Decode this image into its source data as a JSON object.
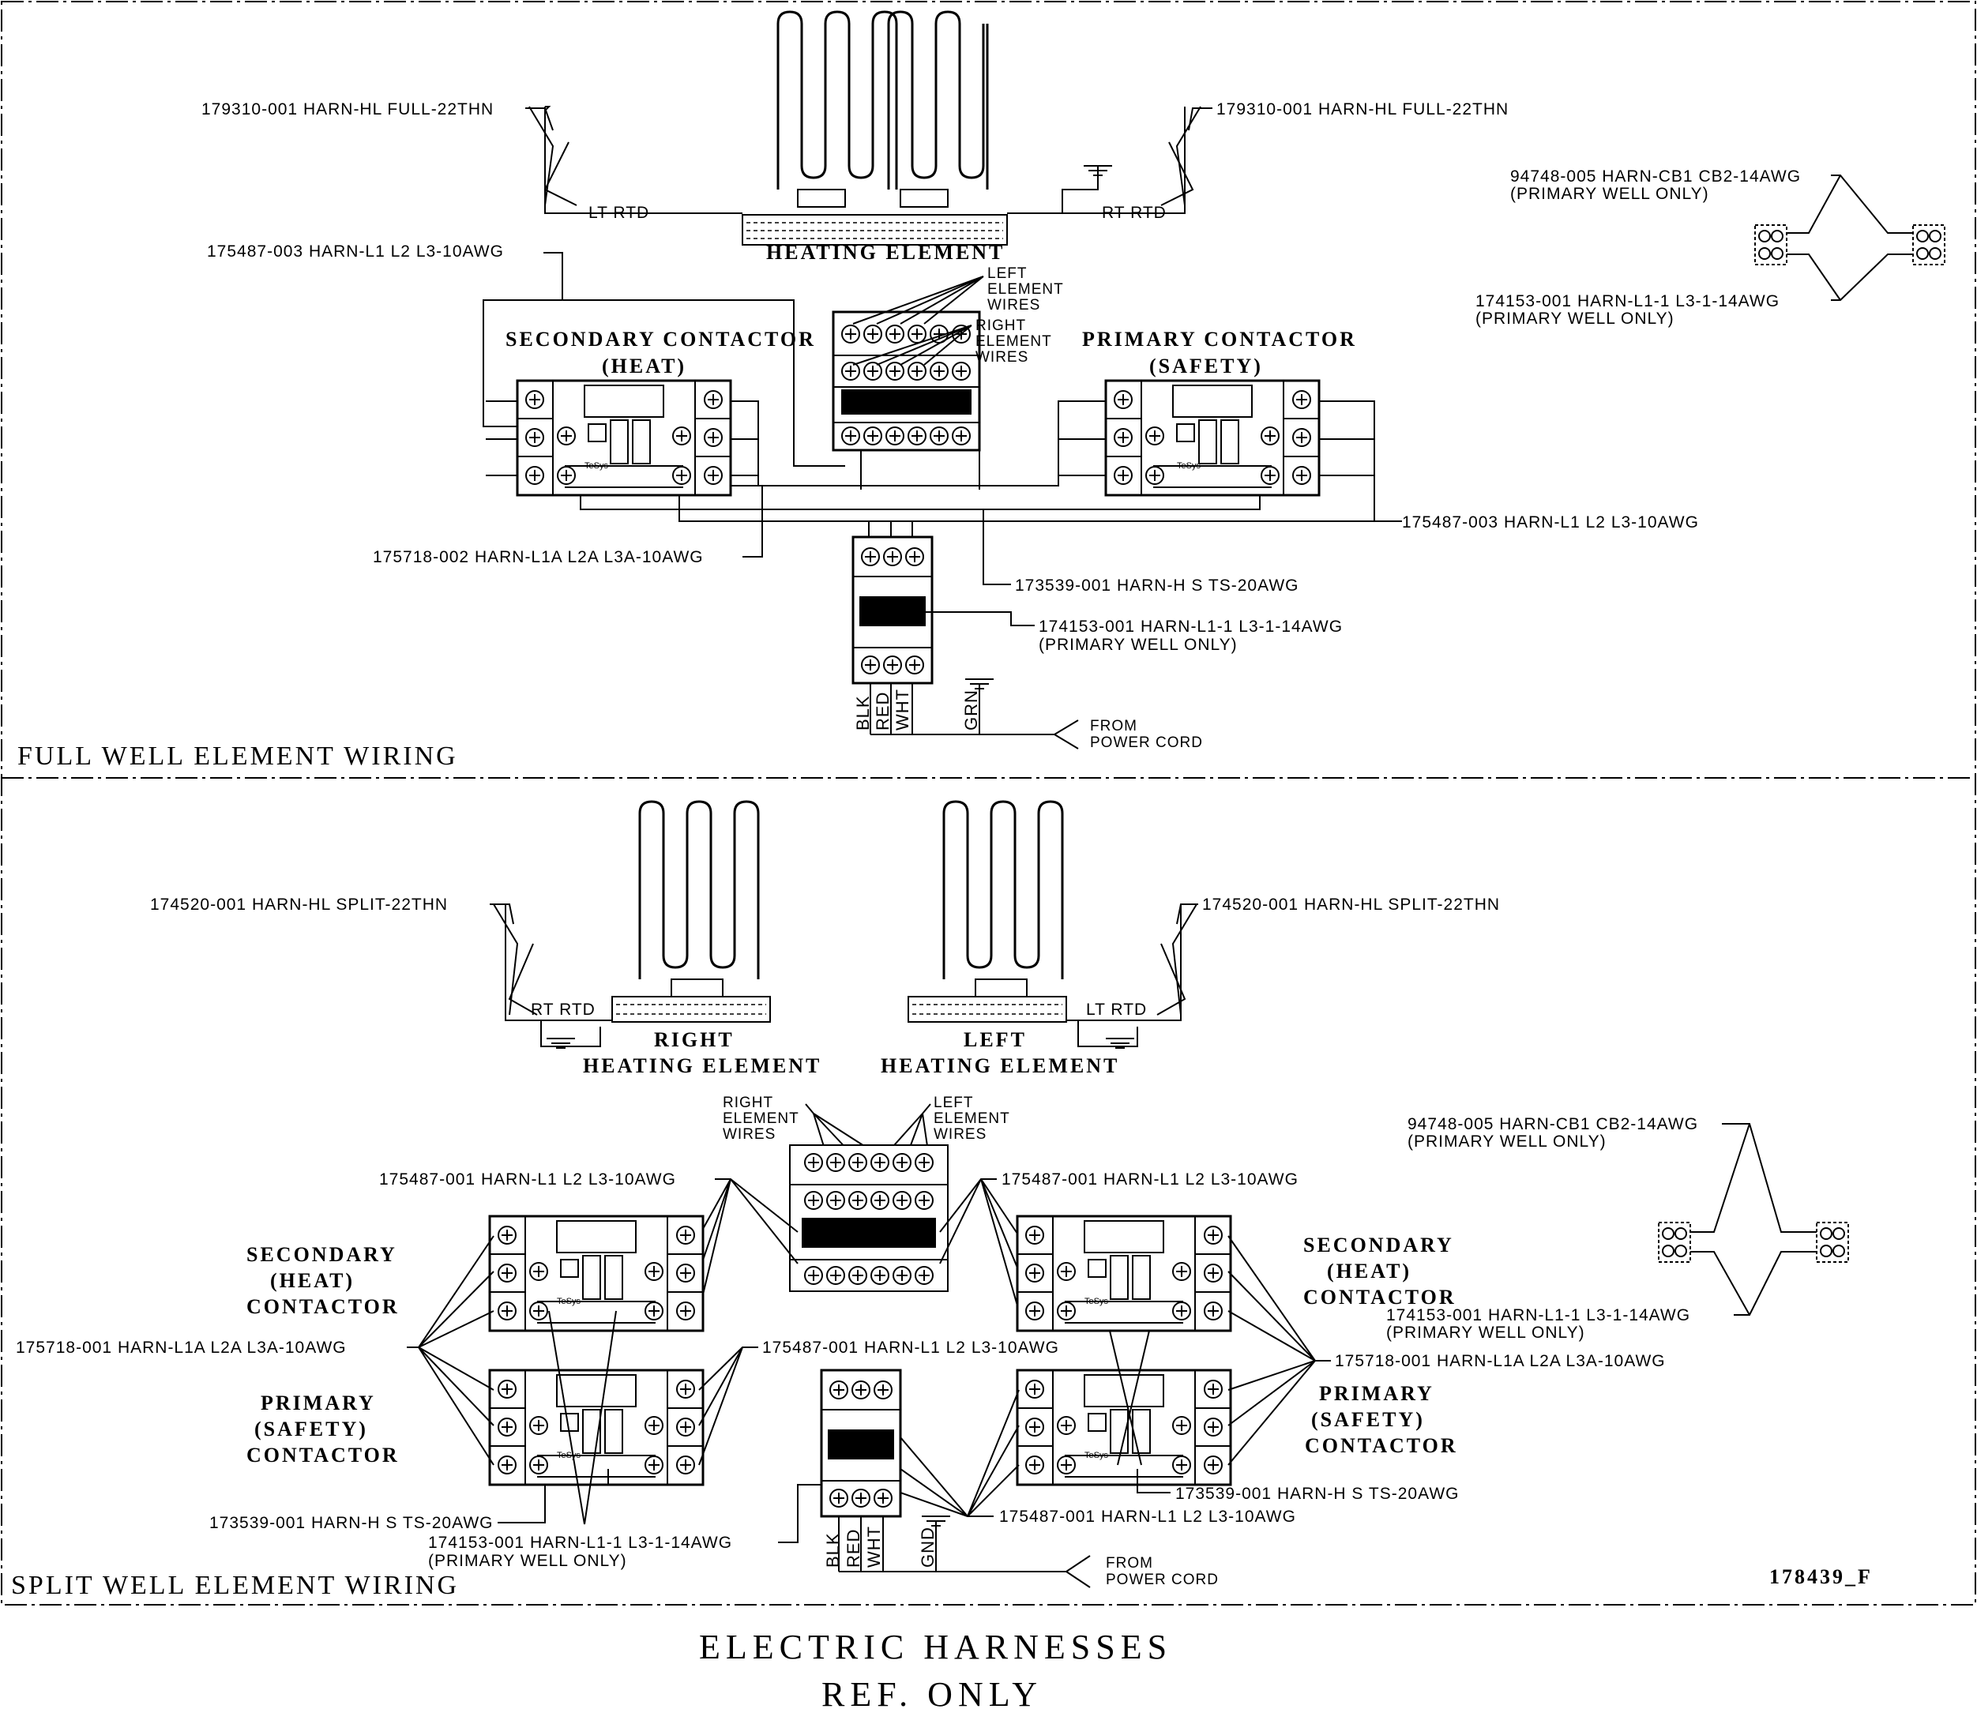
{
  "full_well": {
    "section_title": "FULL WELL ELEMENT WIRING",
    "harness_hl_left": "179310-001 HARN-HL FULL-22THN",
    "harness_hl_right": "179310-001 HARN-HL FULL-22THN",
    "lt_rtd": "LT RTD",
    "rt_rtd": "RT RTD",
    "heating_element": "HEATING ELEMENT",
    "harness_l123_top": "175487-003 HARN-L1 L2 L3-10AWG",
    "harness_l123_right": "175487-003 HARN-L1 L2 L3-10AWG",
    "left_element_wires": [
      "LEFT",
      "ELEMENT",
      "WIRES"
    ],
    "right_element_wires": [
      "RIGHT",
      "ELEMENT",
      "WIRES"
    ],
    "secondary_contactor": [
      "SECONDARY CONTACTOR",
      "(HEAT)"
    ],
    "primary_contactor": [
      "PRIMARY CONTACTOR",
      "(SAFETY)"
    ],
    "harness_l1a": "175718-002 HARN-L1A L2A L3A-10AWG",
    "harness_hs": "173539-001 HARN-H S TS-20AWG",
    "harness_l11": "174153-001 HARN-L1-1 L3-1-14AWG",
    "primary_well_only": "(PRIMARY WELL ONLY)",
    "wire_labels": [
      "BLK",
      "RED",
      "WHT"
    ],
    "ground_label": "GRN",
    "from_power_cord": [
      "FROM",
      "POWER CORD"
    ],
    "cb_harness": "94748-005 HARN-CB1 CB2-14AWG",
    "cb_primary_only": "(PRIMARY WELL ONLY)",
    "cb_l11_harness": "174153-001 HARN-L1-1 L3-1-14AWG",
    "cb_l11_primary_only": "(PRIMARY WELL ONLY)"
  },
  "split_well": {
    "section_title": "SPLIT WELL ELEMENT WIRING",
    "harness_hl_left": "174520-001 HARN-HL SPLIT-22THN",
    "harness_hl_right": "174520-001 HARN-HL SPLIT-22THN",
    "rt_rtd": "RT RTD",
    "lt_rtd": "LT RTD",
    "right_heating_element": [
      "RIGHT",
      "HEATING ELEMENT"
    ],
    "left_heating_element": [
      "LEFT",
      "HEATING ELEMENT"
    ],
    "right_element_wires": [
      "RIGHT",
      "ELEMENT",
      "WIRES"
    ],
    "left_element_wires": [
      "LEFT",
      "ELEMENT",
      "WIRES"
    ],
    "harness_l123_left": "175487-001 HARN-L1 L2 L3-10AWG",
    "harness_l123_right": "175487-001 HARN-L1 L2 L3-10AWG",
    "harness_l123_mid": "175487-001 HARN-L1 L2 L3-10AWG",
    "harness_l123_bottom": "175487-001 HARN-L1 L2 L3-10AWG",
    "secondary_left": [
      "SECONDARY",
      "(HEAT)",
      "CONTACTOR"
    ],
    "primary_left": [
      "PRIMARY",
      "(SAFETY)",
      "CONTACTOR"
    ],
    "secondary_right": [
      "SECONDARY",
      "(HEAT)",
      "CONTACTOR"
    ],
    "primary_right": [
      "PRIMARY",
      "(SAFETY)",
      "CONTACTOR"
    ],
    "harness_l1a_left": "175718-001 HARN-L1A L2A L3A-10AWG",
    "harness_l1a_right": "175718-001 HARN-L1A L2A L3A-10AWG",
    "harness_hs_left": "173539-001 HARN-H S TS-20AWG",
    "harness_hs_right": "173539-001 HARN-H S TS-20AWG",
    "harness_l11": "174153-001 HARN-L1-1 L3-1-14AWG",
    "primary_well_only": "(PRIMARY WELL ONLY)",
    "cb_harness": "94748-005 HARN-CB1 CB2-14AWG",
    "cb_primary_only": "(PRIMARY WELL ONLY)",
    "cb_l11_harness": "174153-001 HARN-L1-1 L3-1-14AWG",
    "cb_l11_primary_only": "(PRIMARY WELL ONLY)",
    "wire_labels": [
      "BLK",
      "RED",
      "WHT"
    ],
    "ground_label": "GND",
    "from_power_cord": [
      "FROM",
      "POWER CORD"
    ]
  },
  "contactor_brand": "TeSys",
  "drawing_number": "178439_F",
  "footer": [
    "ELECTRIC HARNESSES",
    "REF. ONLY"
  ]
}
